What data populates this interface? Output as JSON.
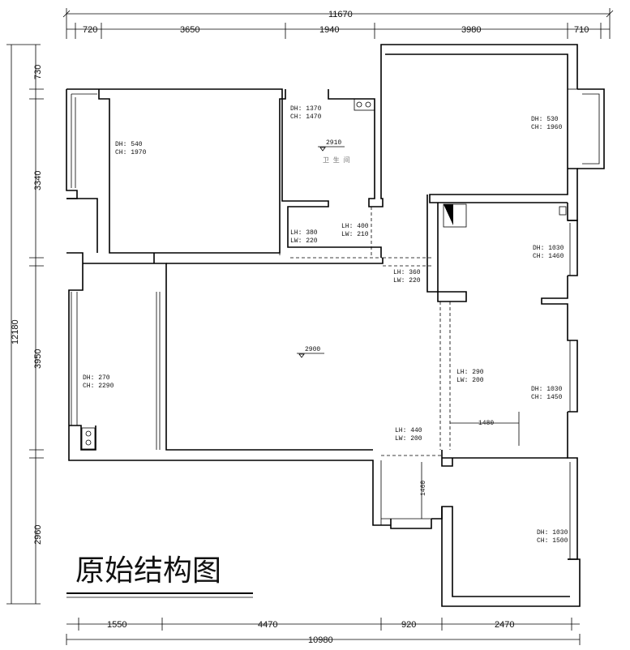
{
  "title": "原始结构图",
  "dims_top": {
    "total": "11670",
    "segments": [
      "720",
      "3650",
      "1940",
      "3980",
      "710"
    ]
  },
  "dims_bottom": {
    "total": "10980",
    "segments": [
      "1550",
      "4470",
      "920",
      "2470"
    ]
  },
  "dims_left": {
    "total": "12180",
    "segments": [
      "730",
      "3340",
      "3950",
      "2960"
    ]
  },
  "rooms": {
    "bedroom_left": {
      "dh": "DH: 540",
      "ch": "CH: 1970"
    },
    "bathroom": {
      "dh": "DH: 1370",
      "ch": "CH: 1470",
      "level": "2910",
      "note": "卫 生 间"
    },
    "bedroom_top_right": {
      "dh": "DH: 530",
      "ch": "CH: 1960"
    },
    "balcony": {
      "dh": "DH: 270",
      "ch": "CH: 2290"
    },
    "kitchen_window": {
      "dh": "DH: 1030",
      "ch": "CH: 1460"
    },
    "right_mid_window": {
      "dh": "DH: 1030",
      "ch": "CH: 1450"
    },
    "bedroom_bottom_right": {
      "dh": "DH: 1030",
      "ch": "CH: 1500"
    },
    "living": {
      "level": "2900"
    }
  },
  "beams": {
    "b1": {
      "lh": "LH: 380",
      "lw": "LW: 220"
    },
    "b2": {
      "lh": "LH: 400",
      "lw": "LW: 210"
    },
    "b3": {
      "lh": "LH: 360",
      "lw": "LW: 220"
    },
    "b4": {
      "lh": "LH: 290",
      "lw": "LW: 200"
    },
    "b5": {
      "lh": "LH: 440",
      "lw": "LW: 200"
    }
  },
  "inner_dims": {
    "d1480": "1480",
    "d1460": "1460"
  }
}
